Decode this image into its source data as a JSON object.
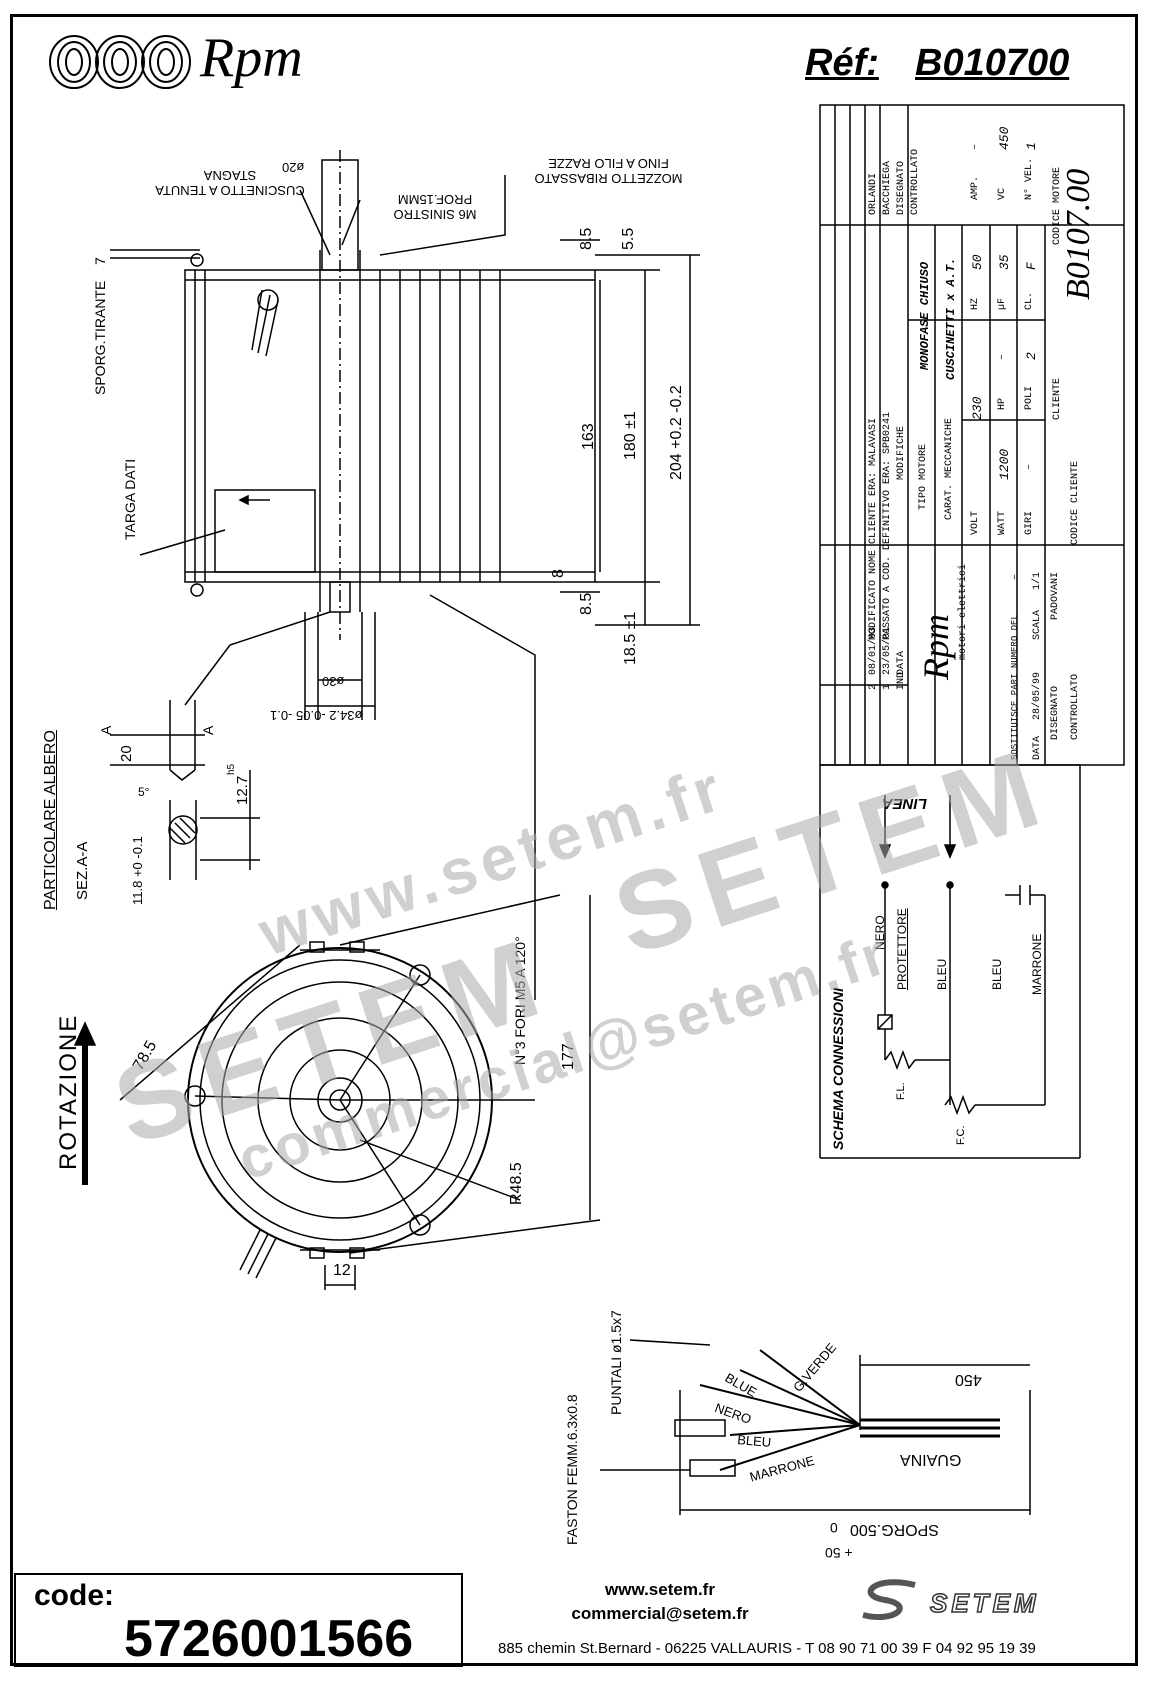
{
  "header": {
    "brand": "Rpm",
    "reference_label": "Réf:",
    "reference_value": "B010700"
  },
  "drawing": {
    "side_view": {
      "labels": {
        "cuscinetto": "CUSCINETTO A TENUTA STAGNA",
        "shaft_diameter": "ø20",
        "thread": "M6 SINISTRO PROF.15MM",
        "mozzetto": "MOZZETTO RIBASSATO FINO A FILO RAZZE",
        "sporg_tirante": "SPORG.TIRANTE",
        "sporg_value": "7",
        "targa_dati": "TARGA DATI",
        "dim_8_5_top": "8.5",
        "dim_5_5": "5.5",
        "dim_163": "163",
        "dim_180": "180 ±1",
        "dim_204": "204 +0.2 -0.2",
        "dim_8": "8",
        "dim_8_5_bottom": "8.5",
        "dim_18_5": "18.5 ±1",
        "dim_30": "ø30",
        "dim_34_2": "ø34.2 -0.05 -0.1"
      }
    },
    "shaft_detail": {
      "title": "PARTICOLARE ALBERO",
      "section": "SEZ.A-A",
      "dim_20": "20",
      "dim_12_7": "12.7",
      "dim_11_8": "11.8 +0 -0.1",
      "angle": "5°",
      "tolerance": "h5",
      "section_mark": "A"
    },
    "front_view": {
      "rotation_label": "ROTAZIONE",
      "dim_78_5": "78.5",
      "holes": "N°3 FORI M5 A 120°",
      "dim_177": "177",
      "radius": "R48.5",
      "dim_12": "12"
    },
    "cable": {
      "puntali": "PUNTALI ø1.5x7",
      "faston": "FASTON FEMM.6.3x0.8",
      "wires": [
        "G.VERDE",
        "BLUE",
        "NERO",
        "BLEU",
        "MARRONE"
      ],
      "guaina": "GUAINA",
      "length": "450",
      "sporg": "SPORG.500",
      "tol_plus": "+ 50",
      "tol_zero": "0"
    }
  },
  "title_block": {
    "revisions": [
      {
        "ind": "2",
        "date": "08/01/03",
        "text": "MODIFICATO NOME CLIENTE ERA: MALAVASI",
        "disegnato": "ORLANDI"
      },
      {
        "ind": "1",
        "date": "23/05/01",
        "text": "PASSATO A COD. DEFINITIVO ERA: SPB0241",
        "disegnato": "BACCHIEGA"
      }
    ],
    "revision_headers": {
      "ind": "IND",
      "data": "DATA",
      "modifiche": "MODIFICHE",
      "disegnato": "DISEGNATO",
      "controllato": "CONTROLLATO"
    },
    "tipo_motore_label": "TIPO MOTORE",
    "tipo_motore_value": "MONOFASE CHIUSO",
    "carat_label": "CARAT. MECCANICHE",
    "carat_value": "CUSCINETTI x A.T.",
    "volt_label": "VOLT",
    "volt": "230",
    "hz_label": "HZ",
    "hz": "50",
    "amp_label": "AMP.",
    "amp": "–",
    "watt_label": "WATT",
    "watt": "1200",
    "hp_label": "HP",
    "hp": "–",
    "uf_label": "µF",
    "uf": "35",
    "vc_label": "VC",
    "vc": "450",
    "giri_label": "GIRI",
    "giri": "–",
    "poli_label": "POLI",
    "poli": "2",
    "cl_label": "CL.",
    "cl": "F",
    "nvel_label": "N° VEL.",
    "nvel": "1",
    "cliente_label": "CLIENTE",
    "codice_motore_label": "CODICE MOTORE",
    "codice_motore": "B0107.00",
    "codice_cliente_label": "CODICE CLIENTE",
    "brand_small": "Rpm",
    "brand_sub": "motori elettrici",
    "sostituisce_label": "SOSTITUISCE PARI NUMERO DEL",
    "sostituisce": "–",
    "data_label": "DATA",
    "data": "28/05/99",
    "scala_label": "SCALA",
    "scala": "1/1",
    "disegnato_label": "DISEGNATO",
    "disegnato": "PADOVANI",
    "controllato_label": "CONTROLLATO"
  },
  "schema": {
    "title": "SCHEMA CONNESSIONI",
    "linea": "LINEA",
    "nero": "NERO",
    "protettore": "PROTETTORE",
    "bleu_1": "BLEU",
    "bleu_2": "BLEU",
    "marrone": "MARRONE",
    "fl": "F.L.",
    "fc": "F.C."
  },
  "footer": {
    "code_label": "code:",
    "code_value": "5726001566",
    "website": "www.setem.fr",
    "email": "commercial@setem.fr",
    "company": "SETEM",
    "address": "885 chemin St.Bernard  -  06225 VALLAURIS  -  T 08 90 71 00 39   F 04 92 95 19 39"
  },
  "watermark": {
    "line1": "www.setem.fr",
    "line2": "SETEM",
    "line3": "SETEM",
    "line4": "commercial@setem.fr"
  }
}
